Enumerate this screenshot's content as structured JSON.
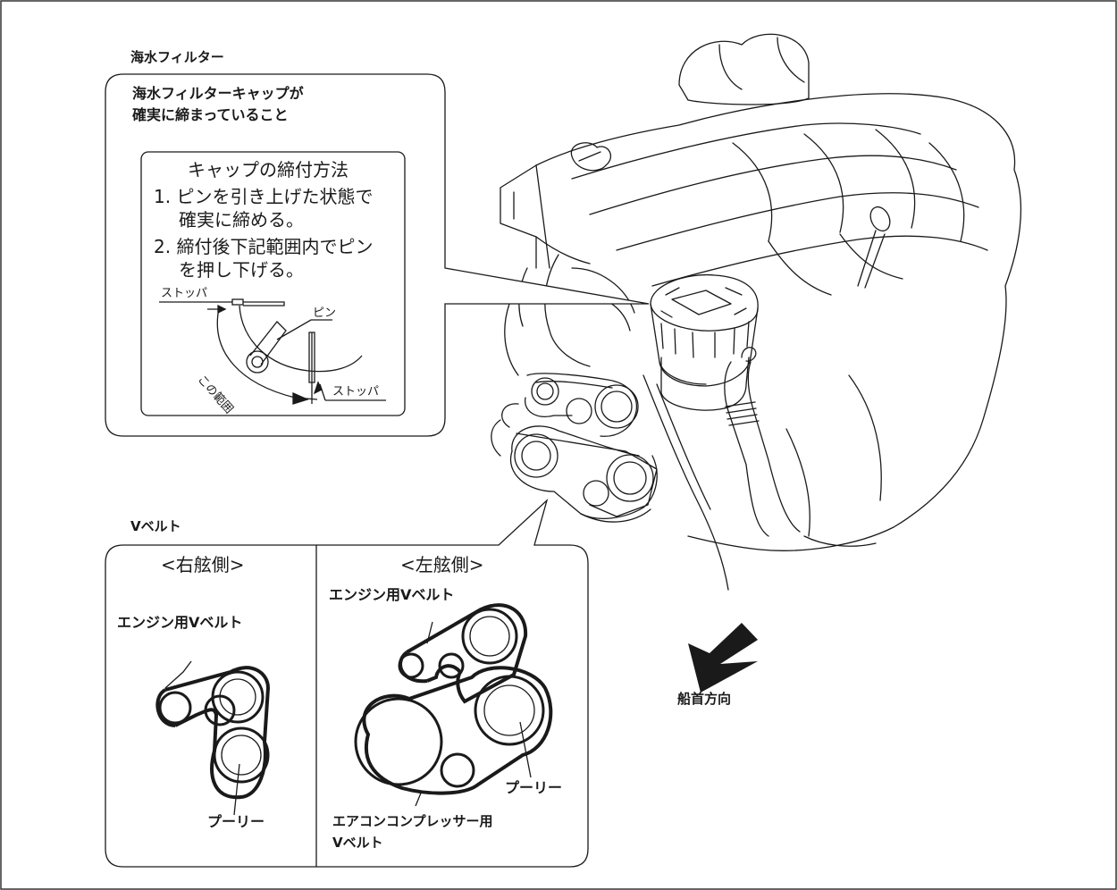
{
  "sea_filter": {
    "title": "海水フィルター",
    "note_line1": "海水フィルターキャップが",
    "note_line2": "確実に締まっていること",
    "method_title": "キャップの締付方法",
    "step1_line1": "1. ピンを引き上げた状態で",
    "step1_line2": "確実に締める。",
    "step2_line1": "2. 締付後下記範囲内でピン",
    "step2_line2": "を押し下げる。",
    "stopper_top": "ストッパ",
    "pin": "ピン",
    "range": "この範囲",
    "stopper_bottom": "ストッパ"
  },
  "v_belt": {
    "title": "Vベルト",
    "starboard_title": "<右舷側>",
    "port_title": "<左舷側>",
    "starboard_engine_belt": "エンジン用Vベルト",
    "starboard_pulley": "プーリー",
    "port_engine_belt": "エンジン用Vベルト",
    "port_pulley": "プーリー",
    "port_ac_belt_line1": "エアコンコンプレッサー用",
    "port_ac_belt_line2": "Vベルト"
  },
  "direction": {
    "label": "船首方向"
  }
}
